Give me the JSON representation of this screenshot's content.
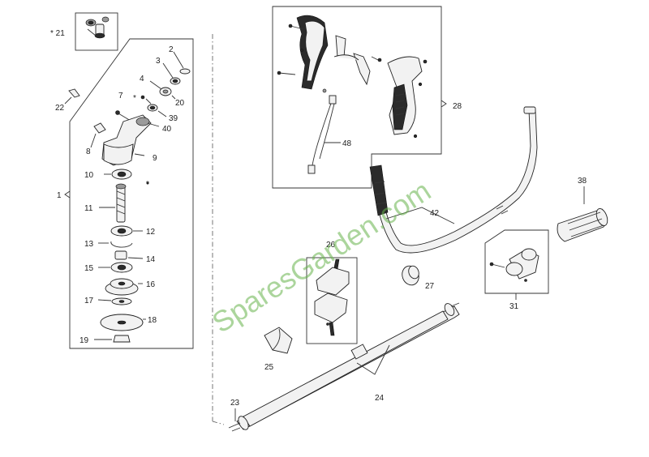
{
  "diagram": {
    "part_labels": {
      "p1": "1",
      "p2": "2",
      "p3": "3",
      "p4": "4",
      "p7": "7",
      "p8": "8",
      "p9": "9",
      "p10": "10",
      "p11": "11",
      "p12": "12",
      "p13": "13",
      "p14": "14",
      "p15": "15",
      "p16": "16",
      "p17": "17",
      "p18": "18",
      "p19": "19",
      "p20": "20",
      "p21": "* 21",
      "p22": "22",
      "p23": "23",
      "p24": "24",
      "p25": "25",
      "p26": "26",
      "p27": "27",
      "p28": "28",
      "p31": "31",
      "p38": "38",
      "p39": "39",
      "p40": "40",
      "p42": "42",
      "p48": "48"
    },
    "asterisk_marks": {
      "a1": "*",
      "a2": "*"
    },
    "watermark": "SparesGarden.com"
  }
}
